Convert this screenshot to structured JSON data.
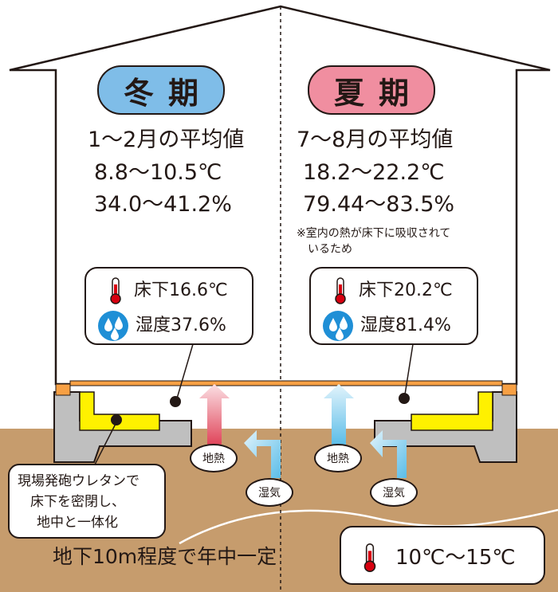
{
  "winter": {
    "title": "冬期",
    "period": "1～2月の平均値",
    "temp_range": "8.8～10.5℃",
    "humidity_range": "34.0～41.2%",
    "floor_temp": "床下16.6℃",
    "floor_humidity": "湿度37.6%",
    "color": "#7fbde8"
  },
  "summer": {
    "title": "夏期",
    "period": "7～8月の平均値",
    "temp_range": "18.2～22.2℃",
    "humidity_range": "79.44～83.5%",
    "note_line1": "※室内の熱が床下に吸収されて",
    "note_line2": "いるため",
    "floor_temp": "床下20.2℃",
    "floor_humidity": "湿度81.4%",
    "color": "#f08ea0"
  },
  "labels": {
    "geothermal": "地熱",
    "moisture": "湿気",
    "urethane_line1": "現場発砲ウレタンで",
    "urethane_line2": "床下を密閉し、",
    "urethane_line3": "地中と一体化",
    "ground_text": "地下10m程度で年中一定",
    "ground_temp": "10℃～15℃"
  },
  "colors": {
    "soil": "#c69c6d",
    "concrete": "#bfbfbf",
    "insulation": "#fff100",
    "sill": "#f7a044",
    "heat_arrow": "#e0455a",
    "moisture_arrow": "#5bbde8",
    "thermometer": "#d7000f",
    "water_drop": "#1f8fd6"
  },
  "icons": [
    "thermometer-icon",
    "water-drop-icon",
    "heat-arrow-icon",
    "moisture-arrow-icon"
  ]
}
